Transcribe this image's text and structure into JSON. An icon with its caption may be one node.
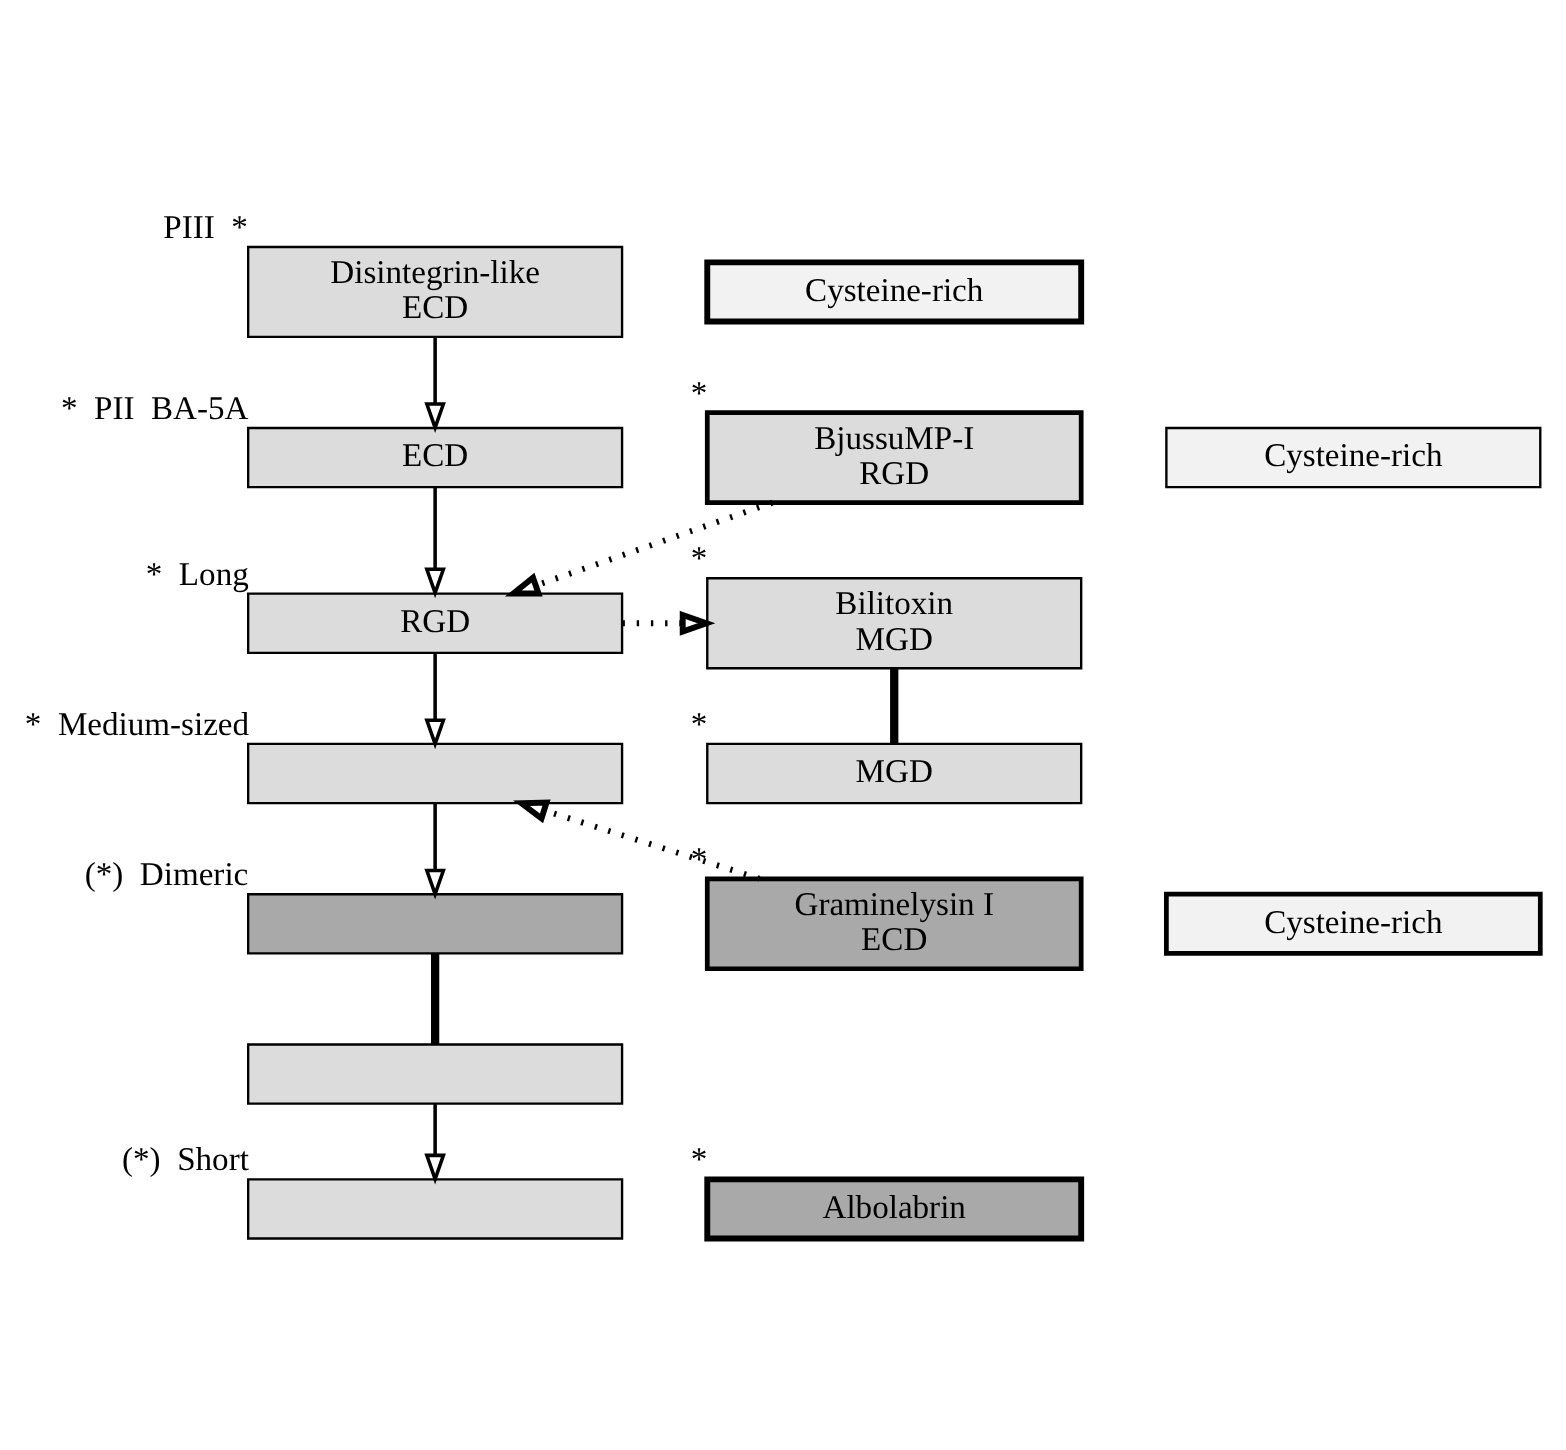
{
  "diagram": {
    "nodes": [
      {
        "text": [
          "Disintegrin-like",
          "ECD"
        ],
        "beside": [
          "PIII",
          "*"
        ]
      },
      {
        "text": [
          "Cysteine-rich"
        ]
      },
      {
        "text": [
          "ECD"
        ],
        "beside": [
          "*",
          "PII",
          "BA-5A"
        ]
      },
      {
        "text": [
          "RGD"
        ],
        "beside": [
          "*",
          "Long"
        ]
      },
      {
        "text": [],
        "shape": "bar",
        "beside": [
          "*",
          "Medium-sized"
        ]
      },
      {
        "text": [],
        "shape": "bar",
        "beside": [
          "(*)",
          "Dimeric"
        ]
      },
      {
        "text": [],
        "shape": "bar"
      },
      {
        "text": [],
        "shape": "bar",
        "beside": [
          "(*)",
          "Short"
        ]
      },
      {
        "text": [
          "BjussuMP-I",
          "RGD"
        ],
        "beside": [
          "*"
        ]
      },
      {
        "text": [
          "Cysteine-rich"
        ]
      },
      {
        "text": [
          "Bilitoxin",
          "MGD"
        ],
        "beside": [
          "*"
        ]
      },
      {
        "text": [
          "MGD"
        ],
        "beside": [
          "*"
        ]
      },
      {
        "text": [
          "Graminelysin I",
          "ECD"
        ],
        "beside": [
          "*"
        ]
      },
      {
        "text": [
          "Cysteine-rich"
        ]
      },
      {
        "text": [
          "Albolabrin"
        ],
        "beside": [
          "*"
        ]
      }
    ],
    "edges": [
      {
        "from": 0,
        "to": 2,
        "arrow": "to"
      },
      {
        "from": 2,
        "to": 3,
        "arrow": "to"
      },
      {
        "from": 3,
        "to": 4,
        "arrow": "to"
      },
      {
        "from": 4,
        "to": 5,
        "arrow": "to"
      },
      {
        "from": 5,
        "to": 6,
        "arrow": "none",
        "style": "thick"
      },
      {
        "from": 6,
        "to": 7,
        "arrow": "to"
      },
      {
        "from": 8,
        "to": 3,
        "arrow": "to",
        "style": "dashed"
      },
      {
        "from": 3,
        "to": 10,
        "arrow": "to",
        "style": "dashed"
      },
      {
        "from": 12,
        "to": 4,
        "arrow": "to",
        "style": "dashed"
      },
      {
        "from": 10,
        "to": 11,
        "arrow": "none",
        "style": "thick"
      }
    ]
  }
}
